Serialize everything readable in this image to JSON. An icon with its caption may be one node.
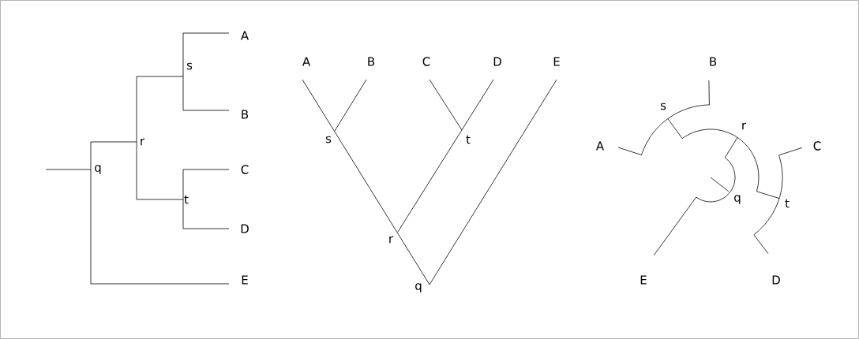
{
  "diagram": {
    "labels": [
      "A",
      "s",
      "B",
      "r",
      "q",
      "C",
      "t",
      "D",
      "E",
      "A",
      "B",
      "C",
      "D",
      "E",
      "s",
      "t",
      "r",
      "q",
      "B",
      "s",
      "r",
      "A",
      "C",
      "q",
      "t",
      "E",
      "D"
    ]
  }
}
